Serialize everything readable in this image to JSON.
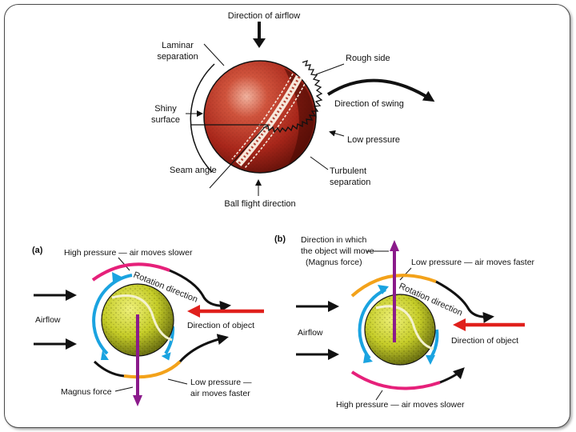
{
  "cricket": {
    "airflow_label": "Direction of airflow",
    "laminar_1": "Laminar",
    "laminar_2": "separation",
    "rough_side": "Rough side",
    "shiny_1": "Shiny",
    "shiny_2": "surface",
    "direction_of_swing": "Direction of swing",
    "low_pressure": "Low pressure",
    "seam_angle": "Seam angle",
    "turbulent_1": "Turbulent",
    "turbulent_2": "separation",
    "ball_flight": "Ball flight direction"
  },
  "panel_a": {
    "tag": "(a)",
    "high_pressure": "High pressure — air moves slower",
    "airflow": "Airflow",
    "rotation": "Rotation direction",
    "direction_of_object": "Direction of object",
    "low_pressure_1": "Low pressure —",
    "low_pressure_2": "air moves faster",
    "magnus_force": "Magnus force"
  },
  "panel_b": {
    "tag": "(b)",
    "direction_move_1": "Direction in which",
    "direction_move_2": "the object will move",
    "direction_move_3": "(Magnus force)",
    "low_pressure": "Low pressure — air moves faster",
    "airflow": "Airflow",
    "rotation": "Rotation direction",
    "direction_of_object": "Direction of object",
    "high_pressure": "High pressure — air moves slower"
  },
  "colors": {
    "high_pressure_arc": "#e6207a",
    "low_pressure_arc": "#f3a21a",
    "rotation_arrow": "#1aa3e0",
    "magnus_arrow": "#8b1a8b",
    "object_arrow": "#e0201c",
    "ball_red": "#b32a1c",
    "tennis_ball": "#c8cf2a"
  }
}
